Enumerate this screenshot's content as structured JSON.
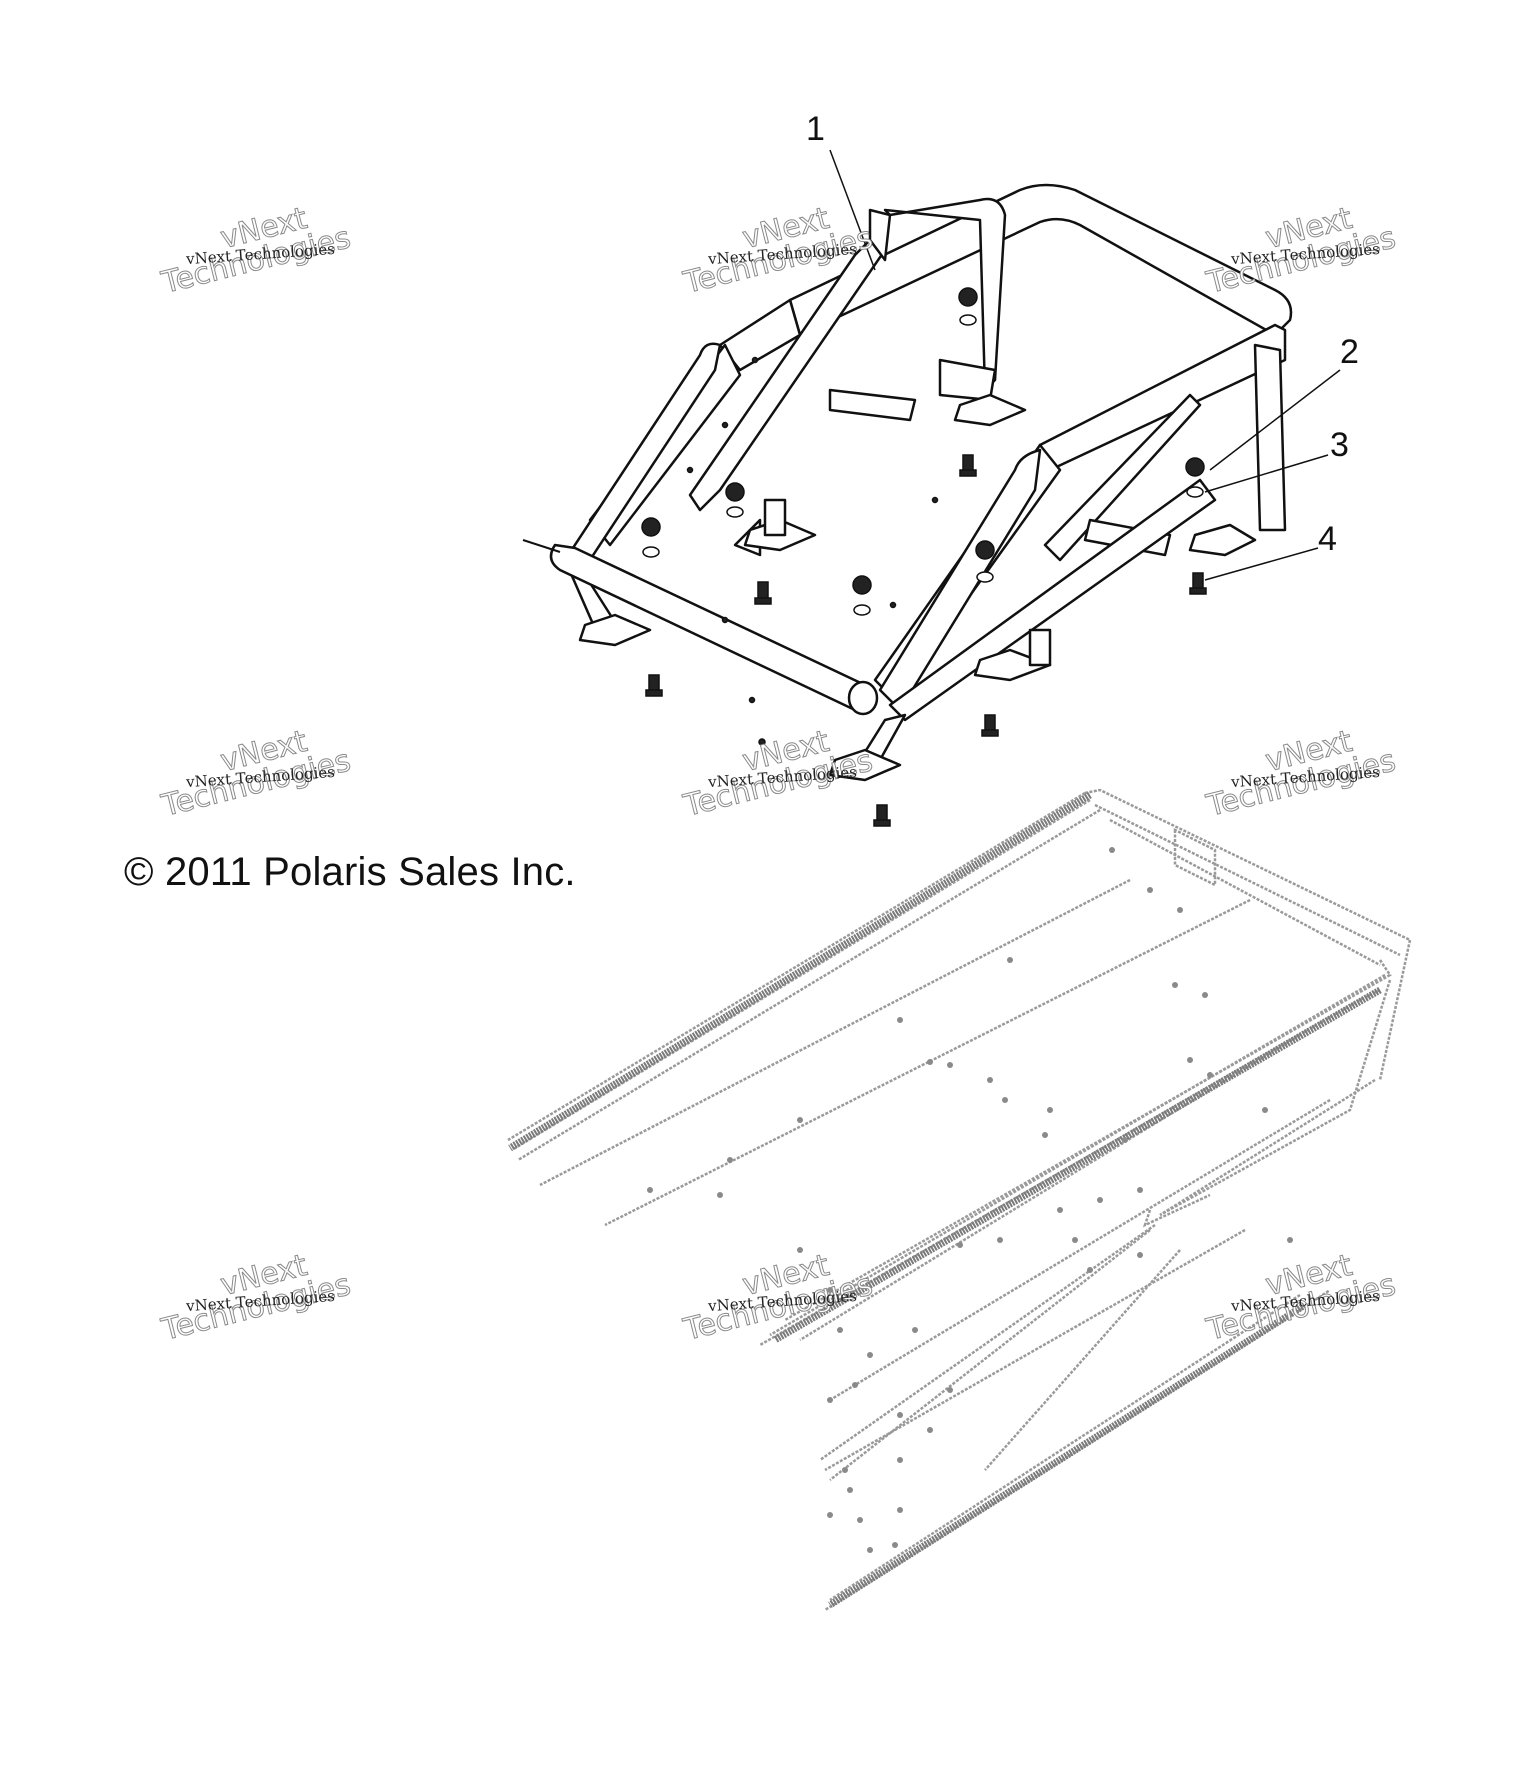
{
  "callouts": [
    {
      "id": "1",
      "label": "1"
    },
    {
      "id": "2",
      "label": "2"
    },
    {
      "id": "3",
      "label": "3"
    },
    {
      "id": "4",
      "label": "4"
    }
  ],
  "copyright": "© 2011 Polaris Sales Inc.",
  "watermark": {
    "small": "vNext Technologies",
    "big_top": "vNext",
    "big_bottom": "Technologies"
  },
  "colors": {
    "line": "#111111",
    "ghost": "#9a9a9a",
    "background": "#ffffff"
  }
}
